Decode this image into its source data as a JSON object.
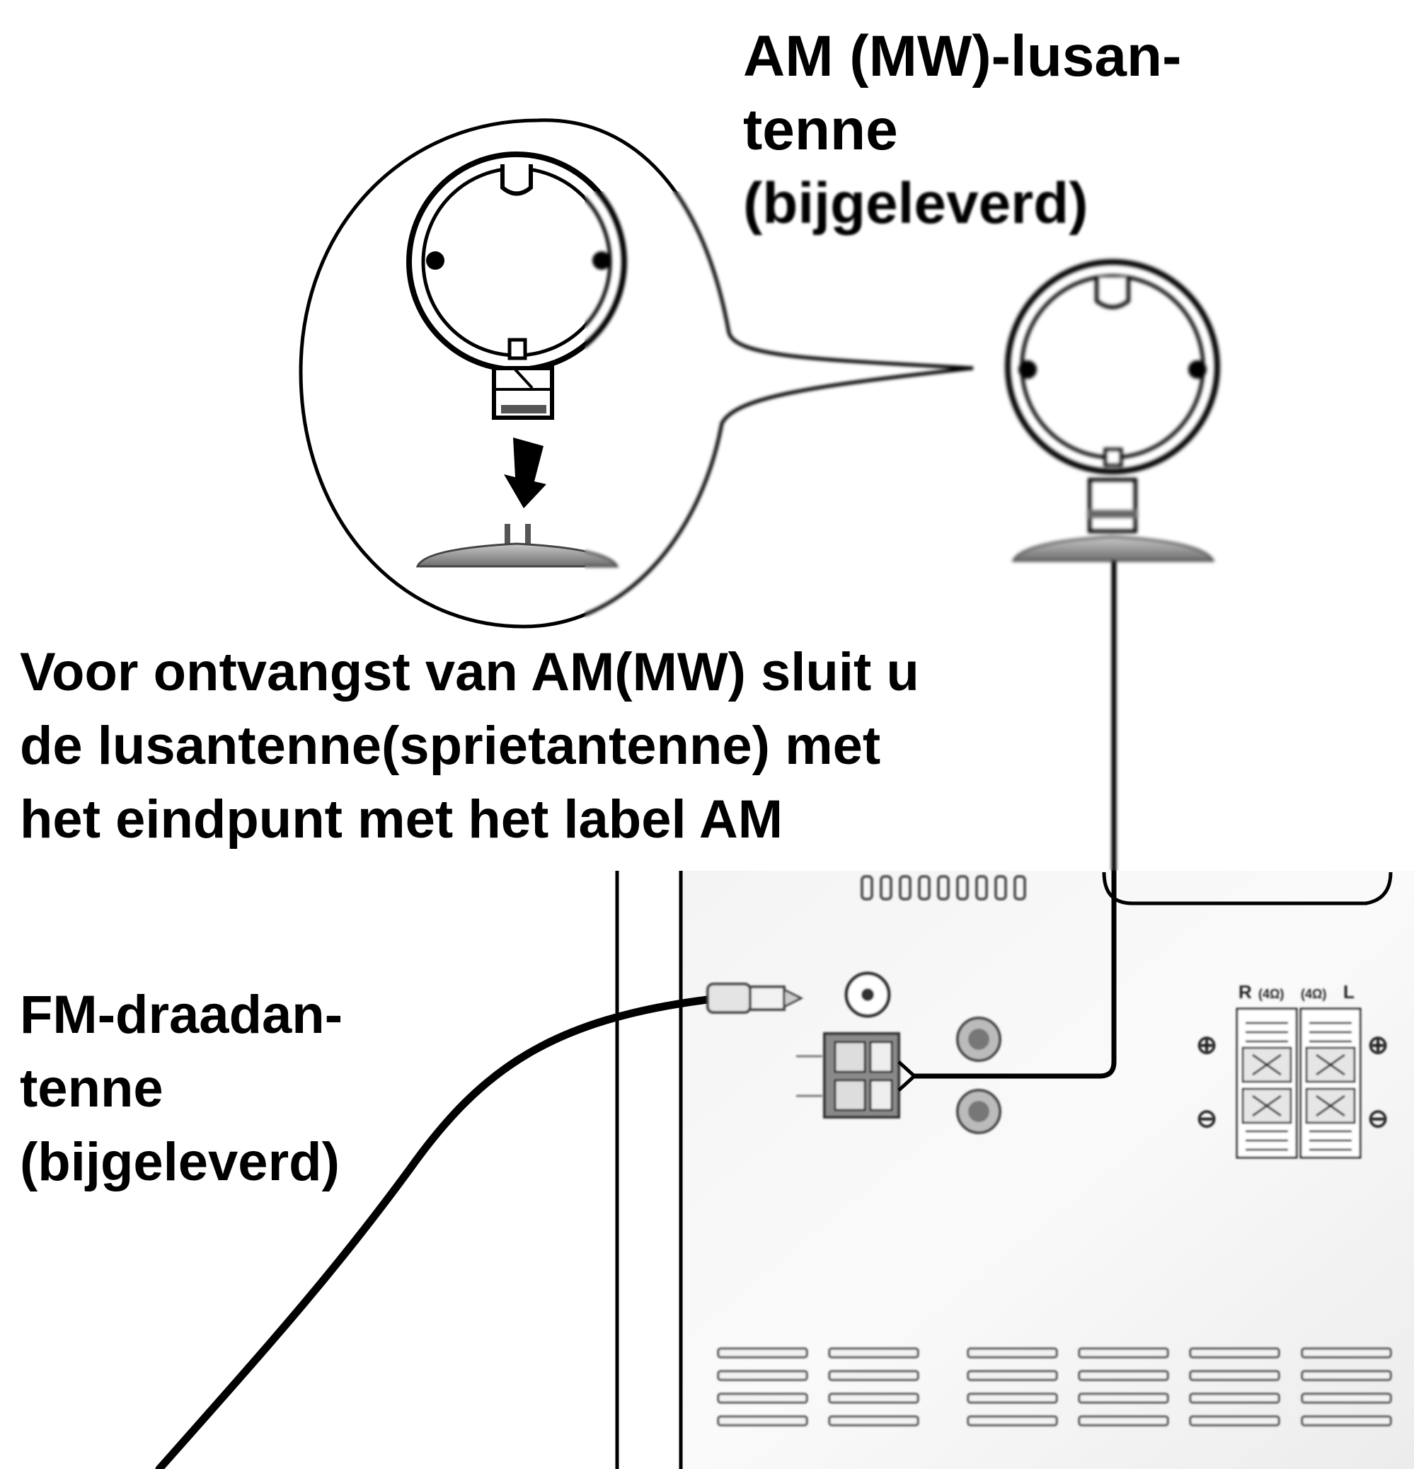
{
  "labels": {
    "am_antenna": {
      "line1": "AM (MW)-lusan-",
      "line2": "tenne",
      "line3": "(bijgeleverd)"
    },
    "instruction": {
      "line1": "Voor ontvangst van AM(MW) sluit u",
      "line2": "de lusantenne(sprietantenne) met",
      "line3": "het eindpunt met het label AM"
    },
    "fm_antenna": {
      "line1": "FM-draadan-",
      "line2": "tenne",
      "line3": "(bijgeleverd)"
    }
  },
  "terminal_marks": {
    "right": "R",
    "left": "L",
    "impedance": "(4Ω)",
    "plus": "⊕",
    "minus": "⊖"
  },
  "icons": [
    "am-loop-antenna-icon",
    "fm-wire-antenna-icon",
    "rear-panel-icon",
    "down-arrow-icon",
    "coax-jack-icon",
    "speaker-terminal-icon"
  ]
}
